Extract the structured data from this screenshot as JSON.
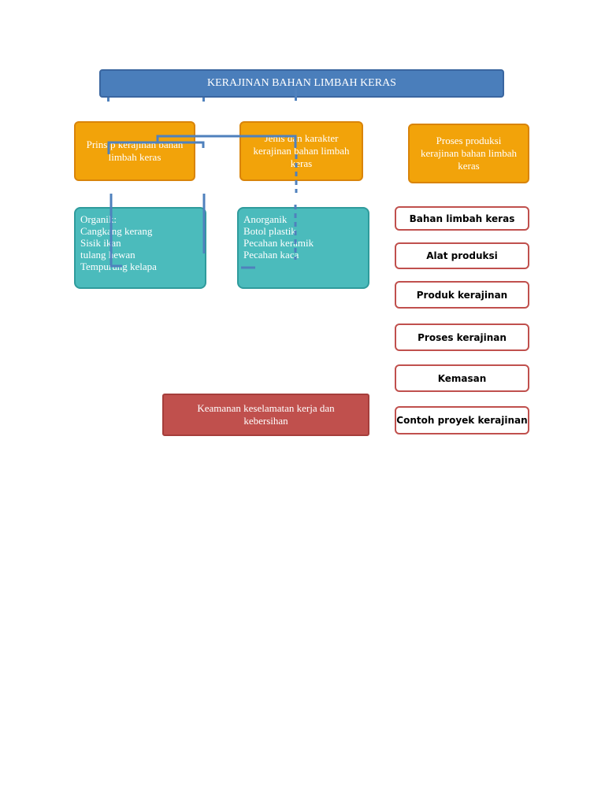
{
  "diagram": {
    "title": "KERAJINAN BAHAN LIMBAH KERAS",
    "branches": [
      {
        "label": "Prinsip kerajinan bahan limbah keras"
      },
      {
        "label": "Jenis dan karakter kerajinan bahan limbah keras"
      },
      {
        "label": "Proses produksi kerajinan bahan limbah keras"
      }
    ],
    "organik": {
      "lines": [
        "Organik:",
        "Cangkang kerang",
        "Sisik ikan",
        "tulang hewan",
        "Tempurung kelapa"
      ]
    },
    "anorganik": {
      "lines": [
        "Anorganik",
        "Botol plastik",
        "Pecahan keramik",
        "Pecahan kaca"
      ]
    },
    "proses_items": [
      "Bahan limbah keras",
      "Alat produksi",
      "Produk kerajinan",
      "Proses kerajinan",
      "Kemasan",
      "Contoh proyek kerajinan"
    ],
    "keamanan": "Keamanan keselamatan kerja dan kebersihan"
  },
  "colors": {
    "title_fill": "#4a7ebb",
    "branch_fill": "#f2a30a",
    "category_fill": "#4bbbbc",
    "item_border": "#c0504d",
    "keamanan_fill": "#c0504d",
    "connector": "#4f81bd"
  }
}
